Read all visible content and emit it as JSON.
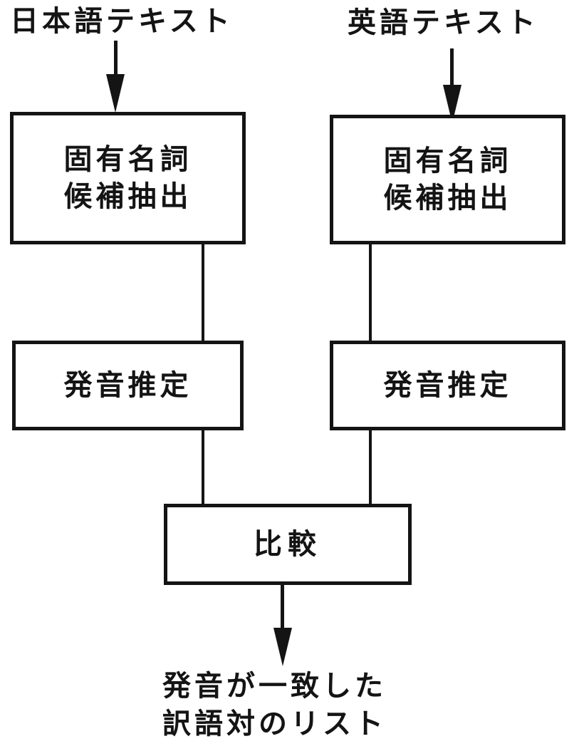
{
  "figure": {
    "background": "#ffffff",
    "ink_color": "#141414",
    "inputs": {
      "japanese": "日本語テキスト",
      "english": "英語テキスト"
    },
    "pipeline": {
      "extract_left": {
        "line1": "固有名詞",
        "line2": "候補抽出"
      },
      "extract_right": {
        "line1": "固有名詞",
        "line2": "候補抽出"
      },
      "pronunciation_left": "発音推定",
      "pronunciation_right": "発音推定",
      "compare": "比較"
    },
    "output": {
      "line1": "発音が一致した",
      "line2": "訳語対のリスト"
    }
  }
}
